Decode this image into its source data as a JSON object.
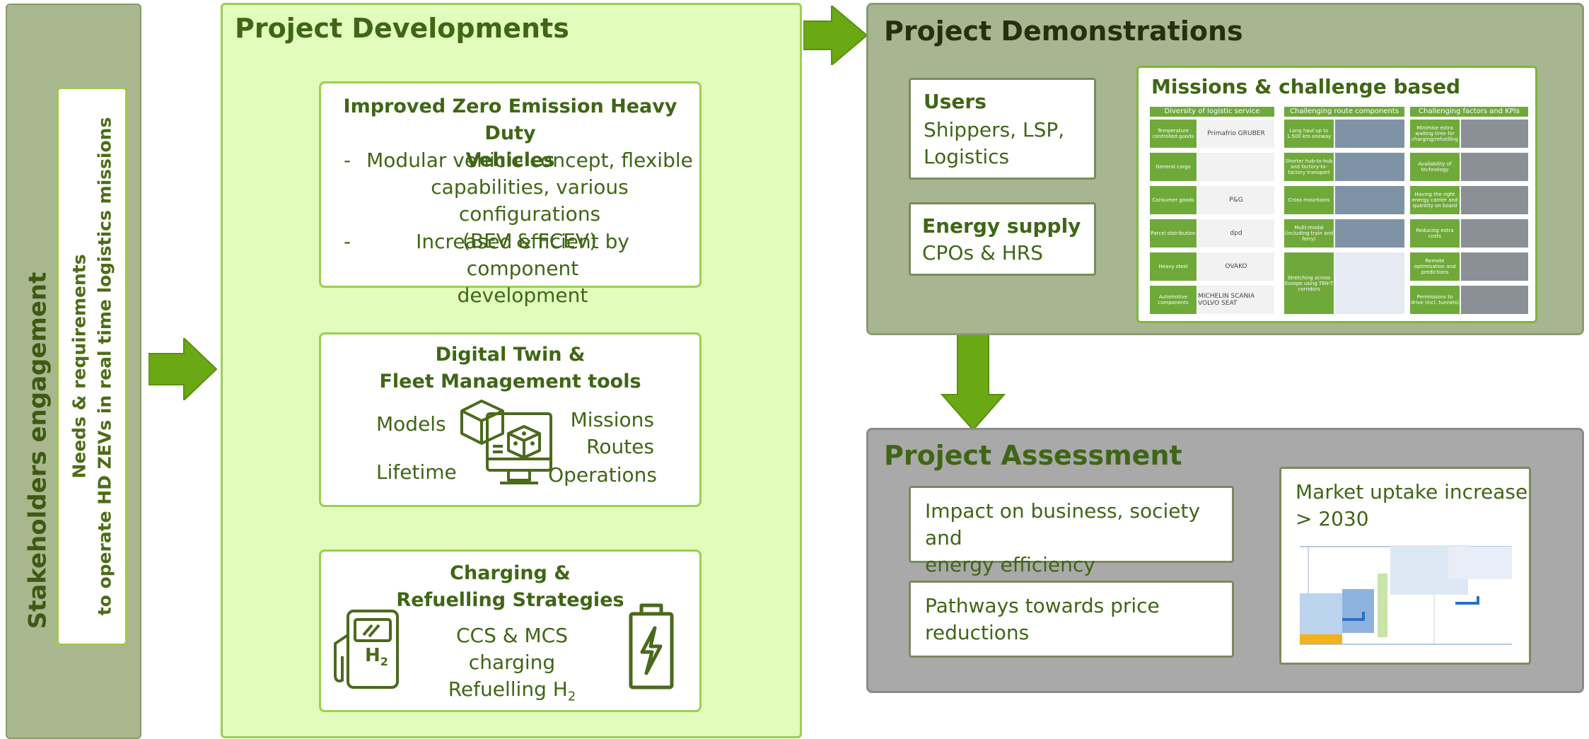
{
  "stakeholders": {
    "title": "Stakeholders engagement",
    "needs_line1": "Needs & requirements",
    "needs_line2": "to operate HD ZEVs in real time logistics missions"
  },
  "developments": {
    "title": "Project Developments",
    "vehicles": {
      "title_line1": "Improved Zero Emission Heavy Duty",
      "title_line2": "Vehicles",
      "bullet1_line1": "Modular vehicle concept, flexible",
      "bullet1_line2": "capabilities, various configurations",
      "bullet1_line3": "(BEV & FCEV)",
      "bullet2_line1": "Increased efficient by component",
      "bullet2_line2": "development",
      "dash": "-"
    },
    "digital_twin": {
      "title_line1": "Digital Twin &",
      "title_line2": "Fleet Management tools",
      "models": "Models",
      "lifetime": "Lifetime",
      "missions": "Missions",
      "routes": "Routes",
      "operations": "Operations"
    },
    "charging": {
      "title_line1": "Charging &",
      "title_line2": "Refuelling Strategies",
      "line1": "CCS & MCS charging",
      "line2": "Refuelling H",
      "line2_sub": "2",
      "h2_label": "H",
      "h2_sub": "2"
    }
  },
  "demonstrations": {
    "title": "Project Demonstrations",
    "users_title": "Users",
    "users_line1": "Shippers, LSP,",
    "users_line2": "Logistics",
    "energy_title": "Energy supply",
    "energy_line1": "CPOs & HRS",
    "missions_title": "Missions & challenge based",
    "table_headers": [
      "Diversity of logistic service providers",
      "Challenging route components",
      "Challenging factors and KPIs"
    ],
    "col1": [
      "Temperature controlled goods",
      "General cargo",
      "Consumer goods",
      "Parcel distribution",
      "Heavy steel",
      "Automotive components"
    ],
    "col1_logos": [
      "Primafrio GRUBER",
      "",
      "P&G",
      "dpd",
      "OVAKO",
      "MICHELIN SCANIA VOLVO SEAT"
    ],
    "col2": [
      "Long haul up to 1.500 km oneway",
      "Shorter hub-to-hub and factory-to-factory transport",
      "Cross mountains",
      "Multi-modal (including train and ferry)",
      "Stretching across Europe using TEN-T corridors"
    ],
    "col3": [
      "Minimise extra waiting time for charging/refuelling",
      "Availability of technology",
      "Having the right energy carrier and quantity on board",
      "Reducing extra costs",
      "Remote optimisation and predictions",
      "Permissions to drive (incl. tunnels)"
    ]
  },
  "assessment": {
    "title": "Project Assessment",
    "impact_line1": "Impact on business, society and",
    "impact_line2": "energy efficiency",
    "pathways_line1": "Pathways towards price",
    "pathways_line2": "reductions",
    "market_line1": "Market uptake increase",
    "market_line2": "> 2030"
  },
  "colors": {
    "green_dark": "#3f6615",
    "green_arrow": "#6aa814",
    "panel_light": "#e2fcbd",
    "panel_olive": "#a7b690",
    "panel_grey": "#a9a9a9"
  }
}
